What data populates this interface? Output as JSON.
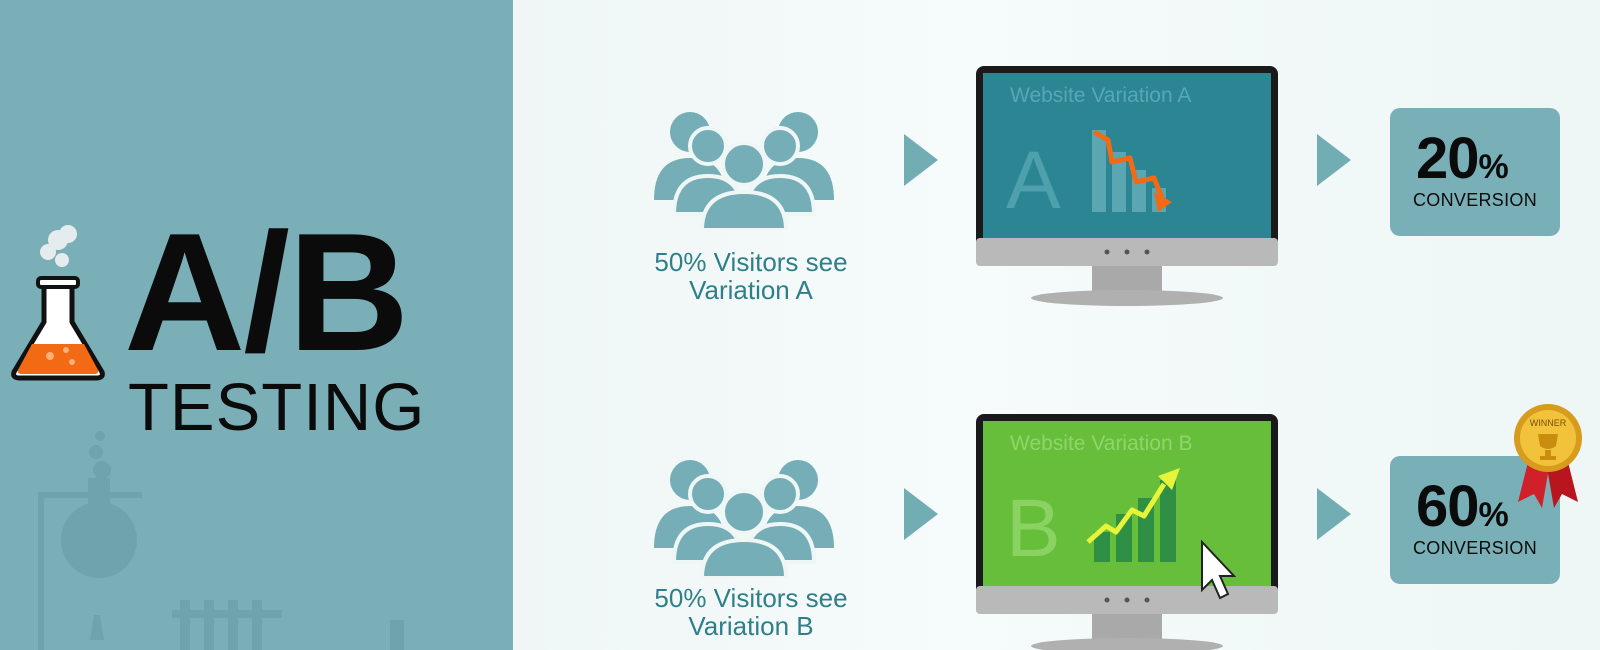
{
  "title": {
    "main": "A/B",
    "sub": "TESTING"
  },
  "variations": [
    {
      "caption_line1": "50% Visitors see",
      "caption_line2": "Variation A",
      "screen_title": "Website Variation A",
      "screen_letter": "A",
      "conversion_value": "20",
      "conversion_unit": "%",
      "conversion_label": "CONVERSION"
    },
    {
      "caption_line1": "50% Visitors see",
      "caption_line2": "Variation B",
      "screen_title": "Website Variation B",
      "screen_letter": "B",
      "conversion_value": "60",
      "conversion_unit": "%",
      "conversion_label": "CONVERSION",
      "badge": "WINNER"
    }
  ],
  "colors": {
    "panel": "#7aafb8",
    "teal_text": "#2f7f8a",
    "screen_a": "#2b8593",
    "screen_b": "#66be3a",
    "trend_down": "#f26a14",
    "trend_up": "#e7f53a"
  },
  "icons": [
    "flask-icon",
    "people-group-icon",
    "arrow-right-icon",
    "monitor-icon",
    "trend-down-icon",
    "trend-up-icon",
    "cursor-icon",
    "winner-medal-icon"
  ]
}
